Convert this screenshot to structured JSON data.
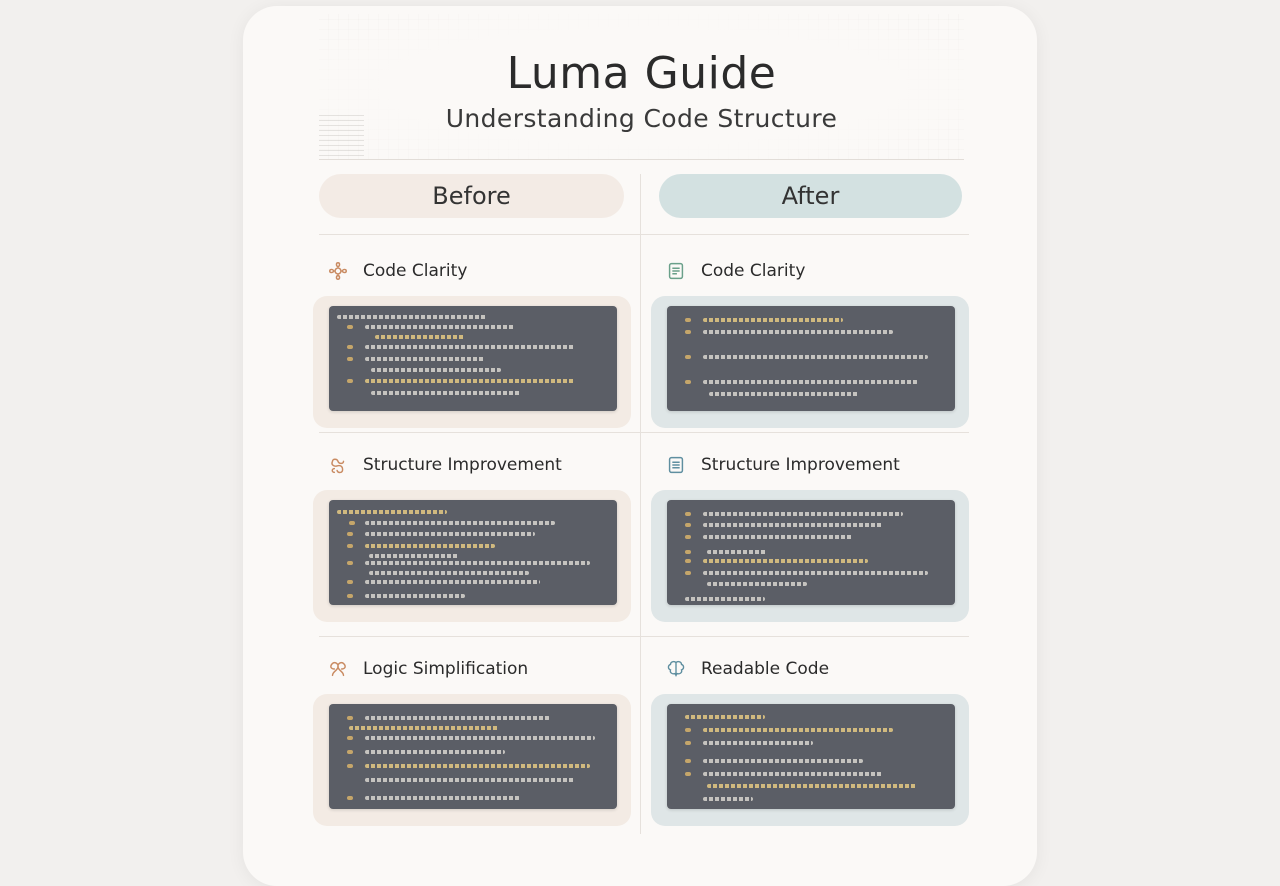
{
  "header": {
    "title": "Luma Guide",
    "subtitle": "Understanding Code Structure"
  },
  "columns": {
    "before_label": "Before",
    "after_label": "After"
  },
  "before_sections": [
    {
      "label": "Code Clarity",
      "icon": "gear-flower-icon"
    },
    {
      "label": "Structure Improvement",
      "icon": "tangle-icon"
    },
    {
      "label": "Logic Simplification",
      "icon": "knot-icon"
    }
  ],
  "after_sections": [
    {
      "label": "Code Clarity",
      "icon": "document-icon"
    },
    {
      "label": "Structure Improvement",
      "icon": "document-icon"
    },
    {
      "label": "Readable Code",
      "icon": "brain-icon"
    }
  ],
  "colors": {
    "before_accent": "#f3ebe5",
    "after_accent": "#d3e1e1",
    "code_bg": "#5b5e66",
    "before_icon": "#c98b62",
    "after_icon": "#6aa08a"
  }
}
